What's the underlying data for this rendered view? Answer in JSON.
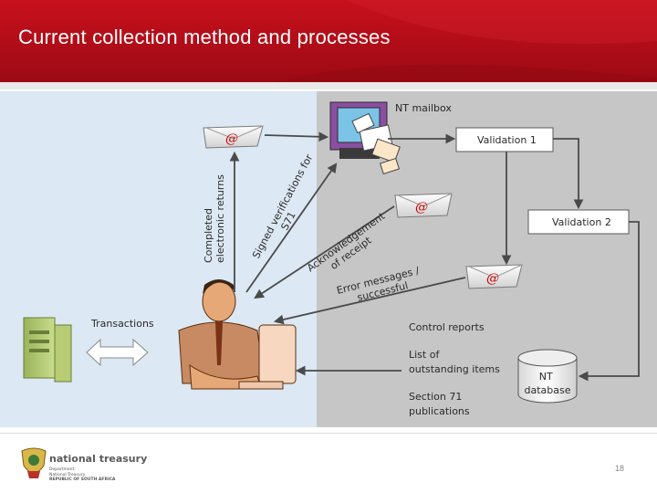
{
  "slide": {
    "title": "Current collection method and processes",
    "page_number": "18"
  },
  "diagram": {
    "nt_mailbox": "NT mailbox",
    "validation_1": "Validation 1",
    "validation_2": "Validation 2",
    "transactions": "Transactions",
    "completed_returns": [
      "Completed",
      "electronic returns"
    ],
    "signed_verifications": [
      "Signed verifications for",
      "S71"
    ],
    "acknowledgement": [
      "Acknowledgement",
      "of receipt"
    ],
    "error_messages": [
      "Error messages /",
      "successful"
    ],
    "control_reports": "Control reports",
    "outstanding_items": [
      "List of",
      "outstanding items"
    ],
    "section71": [
      "Section 71",
      "publications"
    ],
    "nt_database": [
      "NT",
      "database"
    ],
    "email_symbol": "@",
    "colors": {
      "left_panel": "#dce8f3",
      "right_panel": "#c6c6c6",
      "arrow": "#4a4a4a",
      "header_red": "#c8111d"
    }
  },
  "footer": {
    "org_name": "national treasury",
    "org_lines": [
      "Department:",
      "National Treasury",
      "REPUBLIC OF SOUTH AFRICA"
    ]
  }
}
